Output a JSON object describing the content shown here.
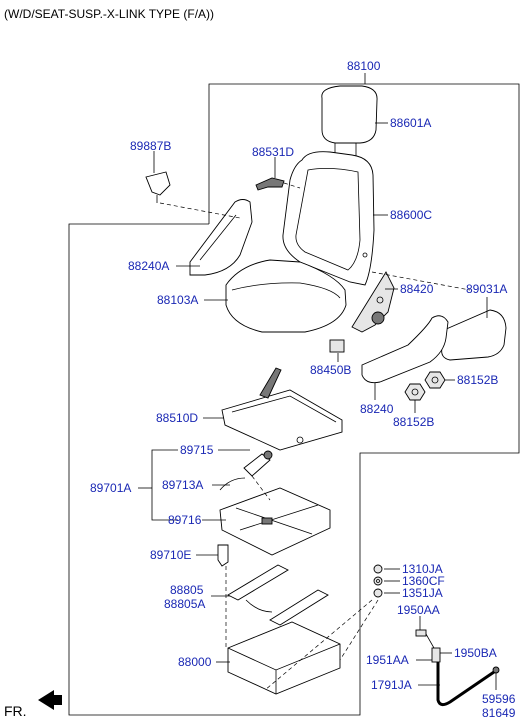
{
  "header": {
    "title": "(W/D/SEAT-SUSP.-X-LINK TYPE (F/A))"
  },
  "footer": {
    "direction_label": "FR."
  },
  "parts": {
    "p88100": "88100",
    "p89887B": "89887B",
    "p88531D": "88531D",
    "p88601A": "88601A",
    "p88600C": "88600C",
    "p88240A": "88240A",
    "p88103A": "88103A",
    "p88420": "88420",
    "p89031A": "89031A",
    "p88450B": "88450B",
    "p88152B_1": "88152B",
    "p88240": "88240",
    "p88152B_2": "88152B",
    "p88510D": "88510D",
    "p89715": "89715",
    "p89713A": "89713A",
    "p89701A": "89701A",
    "p89716": "89716",
    "p89710E": "89710E",
    "p88805": "88805",
    "p88805A": "88805A",
    "p88000": "88000",
    "p1310JA": "1310JA",
    "p1360CF": "1360CF",
    "p1351JA": "1351JA",
    "p1950AA": "1950AA",
    "p1951AA": "1951AA",
    "p1950BA": "1950BA",
    "p1791JA": "1791JA",
    "p59596": "59596",
    "p81649": "81649"
  },
  "colors": {
    "label": "#1a28b4",
    "line": "#000000"
  },
  "icons": {
    "direction_arrow": "arrow-left-icon"
  }
}
